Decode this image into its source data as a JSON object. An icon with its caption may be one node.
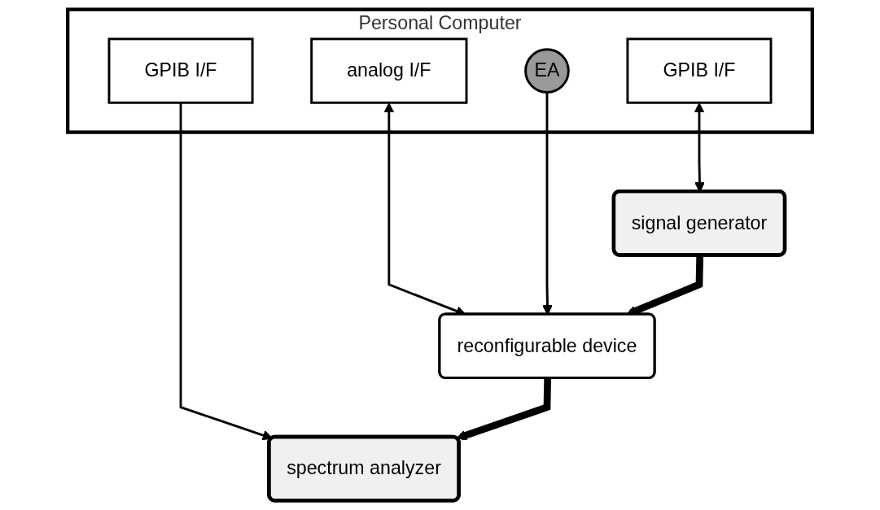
{
  "diagram": {
    "nodes": [
      {
        "text": [
          "Personal Computer"
        ]
      },
      {
        "text": [
          "GPIB I/F"
        ],
        "in": 0
      },
      {
        "text": [
          "analog I/F"
        ],
        "in": 0
      },
      {
        "text": [
          "EA"
        ],
        "in": 0
      },
      {
        "text": [
          "GPIB I/F"
        ],
        "in": 0
      },
      {
        "text": [
          "signal generator"
        ]
      },
      {
        "text": [
          "reconfigurable device"
        ]
      },
      {
        "text": [
          "spectrum analyzer"
        ]
      }
    ],
    "edges": [
      {
        "from": 1,
        "to": 5,
        "arrow": "both"
      },
      {
        "from": 2,
        "to": 6,
        "arrow": "both"
      },
      {
        "from": 3,
        "to": 6,
        "arrow": "to"
      },
      {
        "from": 4,
        "to": 7,
        "arrow": "to"
      },
      {
        "from": 5,
        "to": 6,
        "arrow": "to",
        "style": "thick"
      },
      {
        "from": 6,
        "to": 7,
        "arrow": "to",
        "style": "thick"
      }
    ]
  }
}
